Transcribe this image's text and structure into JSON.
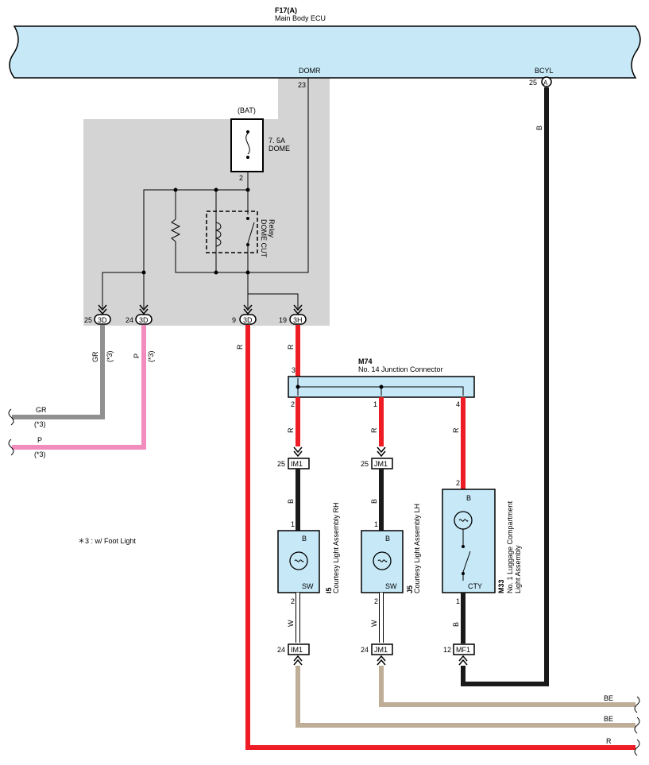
{
  "ecu": {
    "code": "F17(A)",
    "name": "Main Body ECU",
    "pin_domr": "DOMR",
    "pin_domr_no": "23",
    "pin_bcyl": "BCYL",
    "pin_bcyl_no": "25",
    "pin_bcyl_conn": "A"
  },
  "fuse": {
    "source": "(BAT)",
    "rating": "7. 5A",
    "name": "DOME",
    "pin_out": "2"
  },
  "relay": {
    "name_line1": "DOME CUT",
    "name_line2": "Relay"
  },
  "connectors_bottom": [
    {
      "pin": "25",
      "conn": "3D"
    },
    {
      "pin": "24",
      "conn": "3D"
    },
    {
      "pin": "9",
      "conn": "3D"
    },
    {
      "pin": "19",
      "conn": "3H"
    }
  ],
  "wires": {
    "gr_color": "GR",
    "gr_note": "(*3)",
    "p_color": "P",
    "p_note": "(*3)",
    "r_label": "R",
    "b_label": "B",
    "w_label": "W",
    "be_label": "BE"
  },
  "junction": {
    "code": "M74",
    "name": "No.  14 Junction Connector",
    "pin_in": "3",
    "pin_out_rh": "2",
    "pin_out_lh": "1",
    "pin_out_lug": "4"
  },
  "rh_conn_top": {
    "pin": "25",
    "conn": "IM1"
  },
  "lh_conn_top": {
    "pin": "25",
    "conn": "JM1"
  },
  "rh_conn_bottom": {
    "pin": "24",
    "conn": "IM1"
  },
  "lh_conn_bottom": {
    "pin": "24",
    "conn": "JM1"
  },
  "lug_conn_bottom": {
    "pin": "12",
    "conn": "MF1"
  },
  "rh_light": {
    "code": "I5",
    "name": "Courtesy Light Assembly RH",
    "term_top": "B",
    "term_bot": "SW",
    "pin_top": "1",
    "pin_bot": "2"
  },
  "lh_light": {
    "code": "J5",
    "name": "Courtesy Light Assembly LH",
    "term_top": "B",
    "term_bot": "SW",
    "pin_top": "1",
    "pin_bot": "2"
  },
  "lug_light": {
    "code": "M33",
    "name_line1": "No. 1 Luggage Compartment",
    "name_line2": "Light Assembly",
    "term_top": "B",
    "term_bot": "CTY",
    "pin_top": "2",
    "pin_bot": "1"
  },
  "footnote": "＊3 : w/ Foot Light",
  "colors": {
    "red": "#ee1c25",
    "pink": "#f28cbe",
    "gray": "#909090",
    "black": "#1a1a1a",
    "beige": "#bfae97",
    "ecu_fill": "#c6e8f7",
    "box_fill": "#d4d4d4",
    "comp_fill": "#c6e8f7"
  }
}
